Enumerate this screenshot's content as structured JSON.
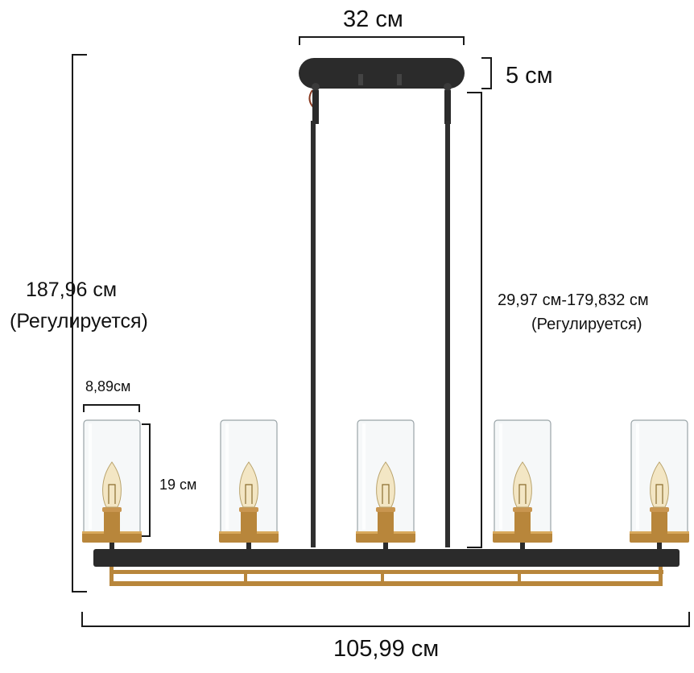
{
  "dimensions": {
    "canopy_width": "32 см",
    "canopy_height": "5 см",
    "total_height_value": "187,96 см",
    "total_height_note": "(Регулируется)",
    "rod_length_value": "29,97 см-179,832 см",
    "rod_length_note": "(Регулируется)",
    "shade_diameter": "8,89см",
    "shade_height": "19 см",
    "total_width": "105,99 см"
  },
  "fixture": {
    "shade_count": 5,
    "colors": {
      "metal_black": "#2b2b2b",
      "brass": "#b8863b",
      "glass": "#eef3f4",
      "bulb": "#f3e6c4"
    }
  }
}
